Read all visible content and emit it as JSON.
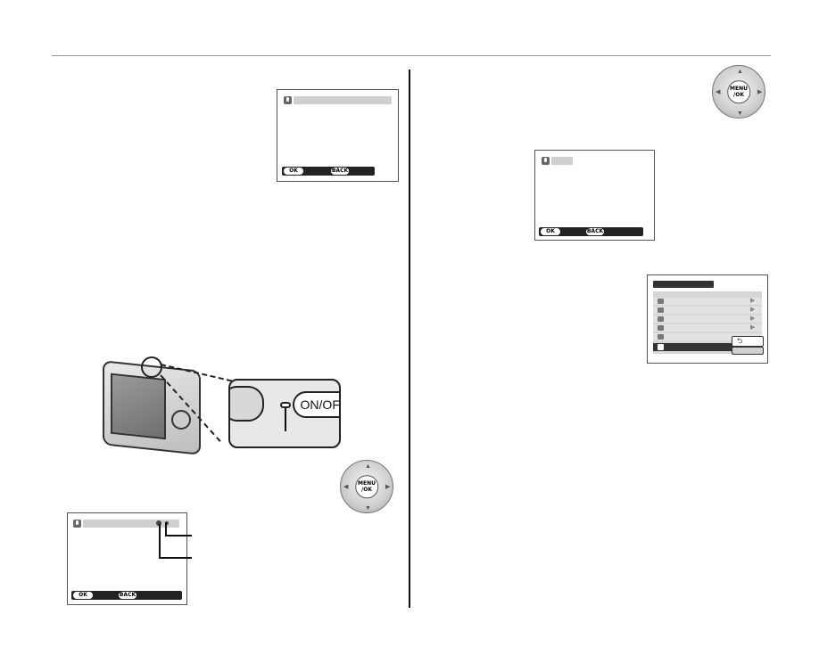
{
  "screens": {
    "s1": {
      "ok": "OK",
      "back": "BACK"
    },
    "s2": {
      "ok": "OK",
      "back": "BACK"
    },
    "s3": {
      "ok": "OK",
      "back": "BACK"
    }
  },
  "pads": {
    "label_line1": "MENU",
    "label_line2": "/OK"
  },
  "camera": {
    "power_button": "ON/OFF"
  },
  "icons": {
    "voice": "microphone-icon",
    "back": "back-arrow-icon",
    "arrow": "triangle-right-icon"
  }
}
